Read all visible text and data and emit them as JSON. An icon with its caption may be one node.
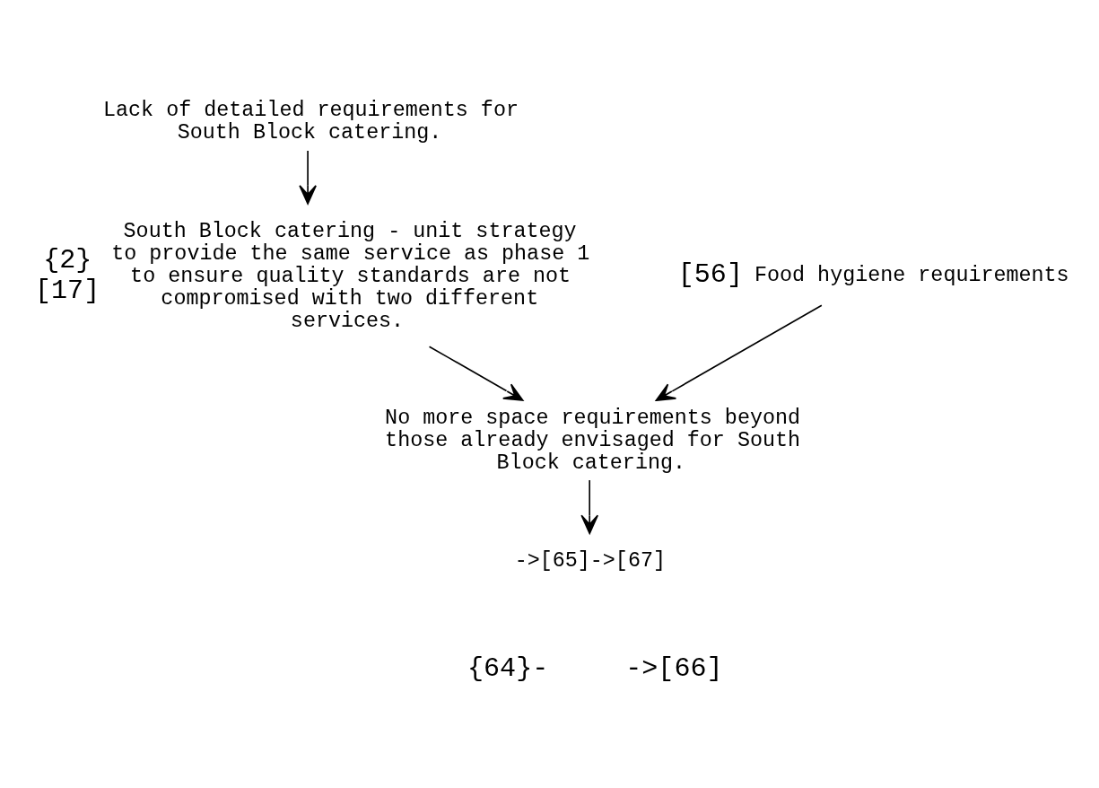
{
  "diagram": {
    "nodes": [
      {
        "text": [
          "Lack of detailed requirements for South Block catering."
        ]
      },
      {
        "text": [
          "South Block catering - unit strategy to provide the same service as phase 1 to ensure quality standards are not compromised with two different services."
        ],
        "beside": [
          "{2}",
          "[17]"
        ]
      },
      {
        "text": [
          "Food hygiene requirements"
        ],
        "beside": [
          "[56]"
        ]
      },
      {
        "text": [
          "No more space requirements beyond those already envisaged for South Block catering."
        ]
      },
      {
        "text": [
          "->[65]->[67]"
        ]
      }
    ],
    "edges": [
      {
        "from": 0,
        "to": 1,
        "arrow": "to"
      },
      {
        "from": 1,
        "to": 3,
        "arrow": "to"
      },
      {
        "from": 2,
        "to": 3,
        "arrow": "to"
      },
      {
        "from": 3,
        "to": 4,
        "arrow": "to"
      }
    ],
    "labels": [
      "{64}-",
      "->[66]"
    ]
  }
}
